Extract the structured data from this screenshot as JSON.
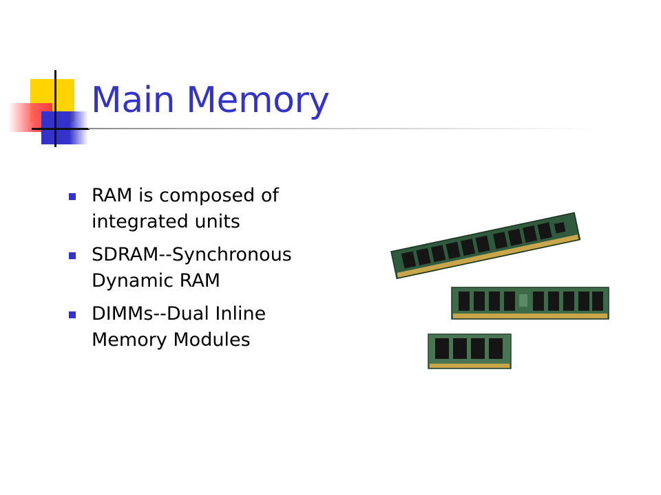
{
  "slide": {
    "title": "Main Memory",
    "bullets": [
      {
        "text": "RAM is composed of integrated units"
      },
      {
        "text": "SDRAM--Synchronous Dynamic RAM"
      },
      {
        "text": "DIMMs--Dual Inline Memory Modules"
      }
    ],
    "image": {
      "alt": "memory modules"
    },
    "colors": {
      "title": "#3333cc",
      "bullet_marker": "#3333cc",
      "deco_yellow": "#ffd400",
      "deco_blue": "#3333cc",
      "deco_red": "#ff5a5a",
      "pcb_green": "#2f5a3e",
      "chip_black": "#151515",
      "gold_contacts": "#c9a64a"
    }
  }
}
